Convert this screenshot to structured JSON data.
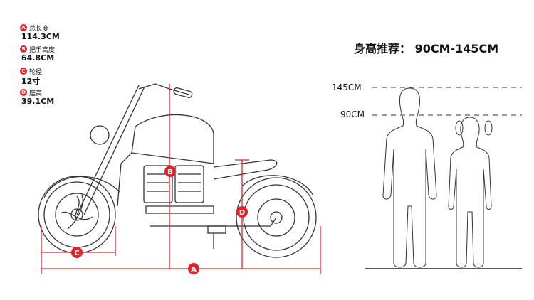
{
  "specs": [
    {
      "letter": "A",
      "label": "总长度",
      "value": "114.3CM"
    },
    {
      "letter": "B",
      "label": "把手高度",
      "value": "64.8CM"
    },
    {
      "letter": "C",
      "label": "轮径",
      "value": "12寸"
    },
    {
      "letter": "D",
      "label": "座高",
      "value": "39.1CM"
    }
  ],
  "height_recommendation": "身高推荐： 90CM-145CM",
  "height_lines": [
    "145CM",
    "90CM"
  ],
  "accent_color": "#e2232a"
}
